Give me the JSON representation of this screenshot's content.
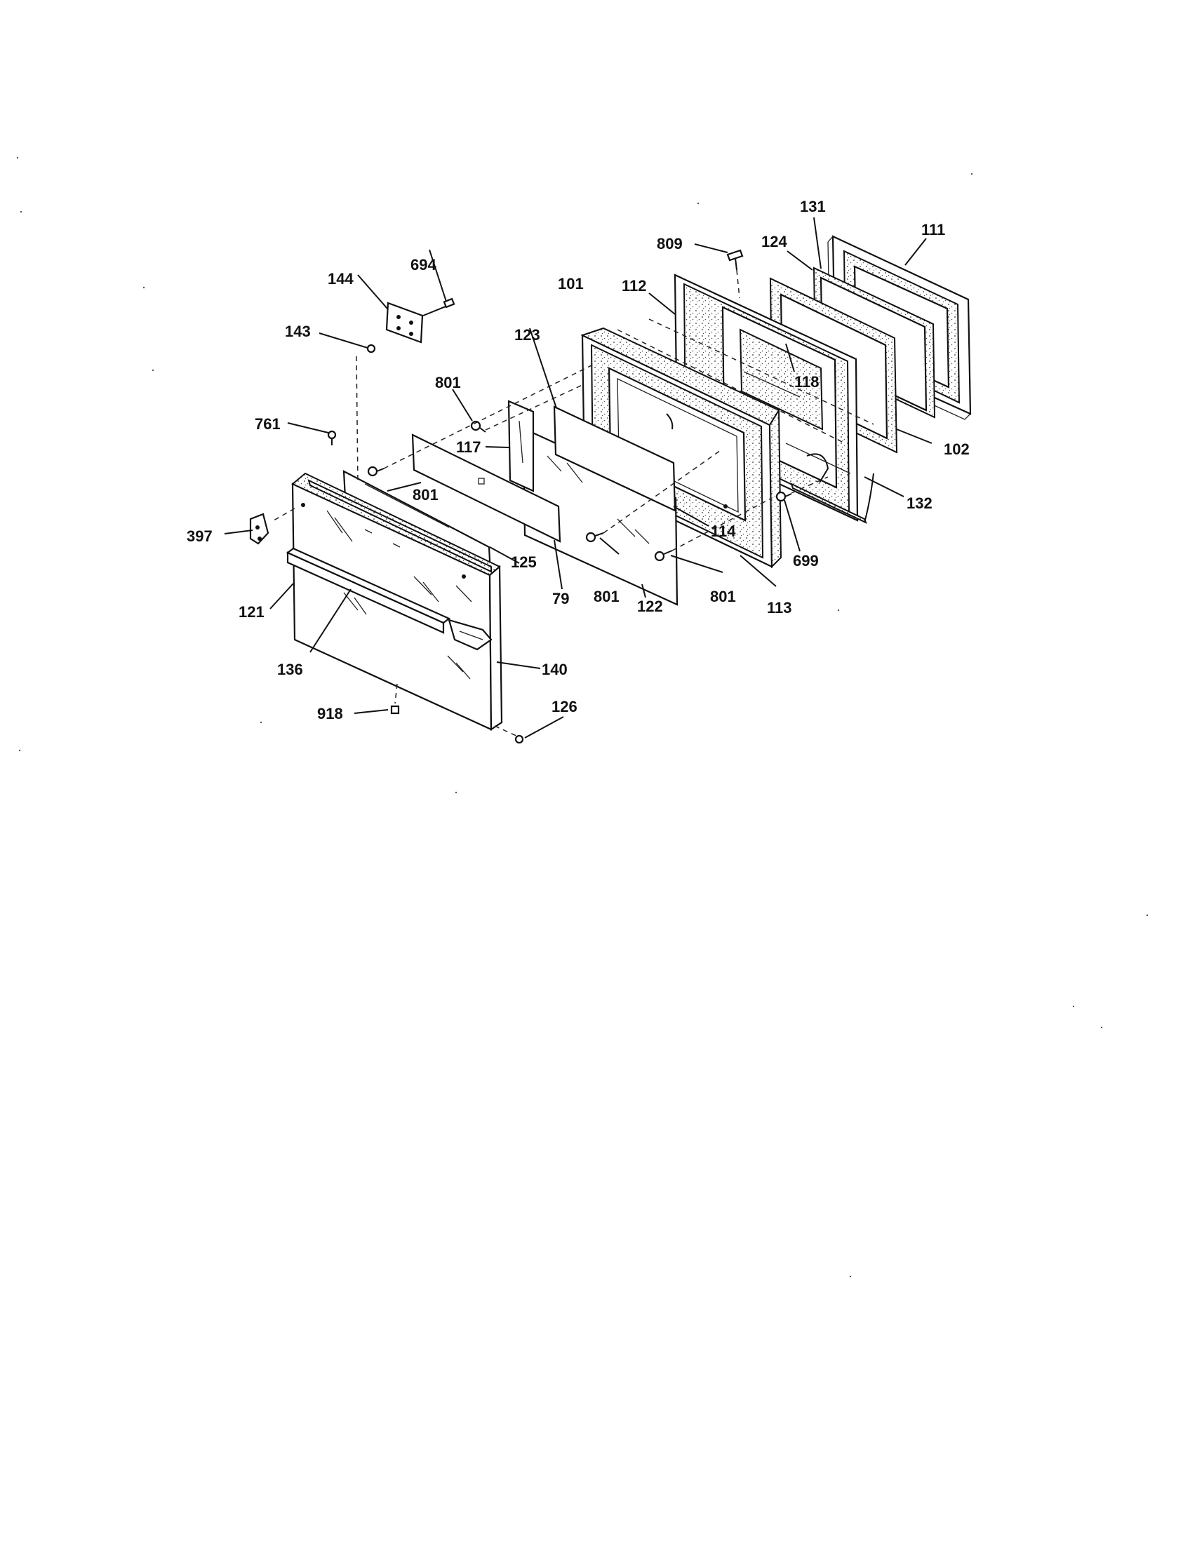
{
  "callouts": {
    "c131": "131",
    "c111": "111",
    "c124": "124",
    "c809": "809",
    "c694": "694",
    "c144": "144",
    "c101": "101",
    "c112": "112",
    "c143": "143",
    "c123": "123",
    "c801a": "801",
    "c761": "761",
    "c117": "117",
    "c118": "118",
    "c102": "102",
    "c801b": "801",
    "c132": "132",
    "c114": "114",
    "c397": "397",
    "c125": "125",
    "c699": "699",
    "c79": "79",
    "c801c": "801",
    "c122": "122",
    "c801d": "801",
    "c113": "113",
    "c121": "121",
    "c140": "140",
    "c136": "136",
    "c126": "126",
    "c918": "918"
  }
}
